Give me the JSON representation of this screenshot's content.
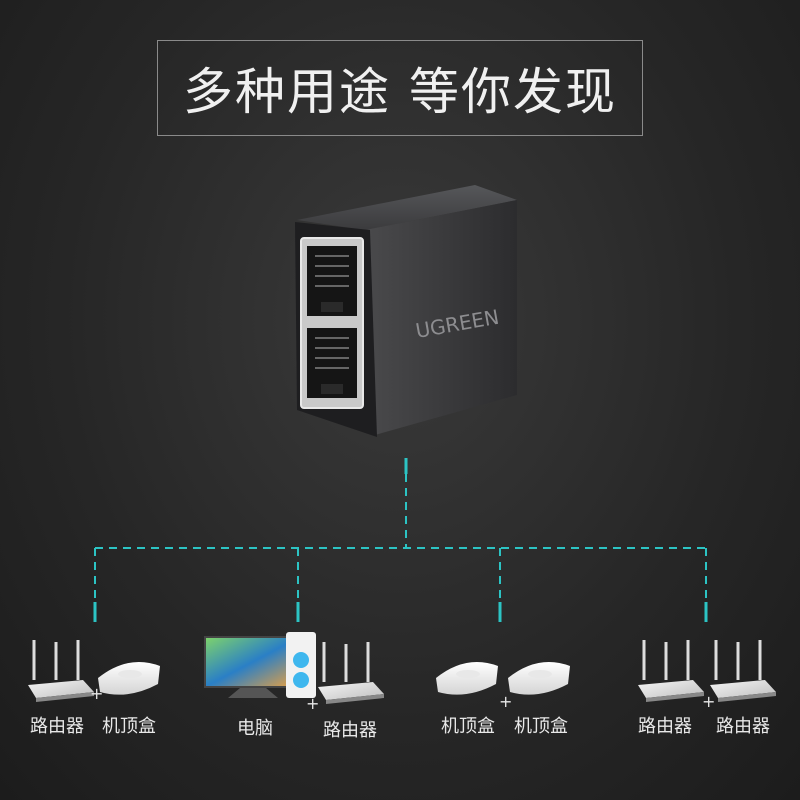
{
  "title": "多种用途 等你发现",
  "product": {
    "brand": "UGREEN"
  },
  "devices": {
    "g1": {
      "a": "路由器",
      "b": "机顶盒"
    },
    "g2": {
      "a": "电脑",
      "b": "路由器"
    },
    "g3": {
      "a": "机顶盒",
      "b": "机顶盒"
    },
    "g4": {
      "a": "路由器",
      "b": "路由器"
    }
  },
  "plus": "+",
  "colors": {
    "accent": "#2cc4c4",
    "background": "#262626"
  }
}
